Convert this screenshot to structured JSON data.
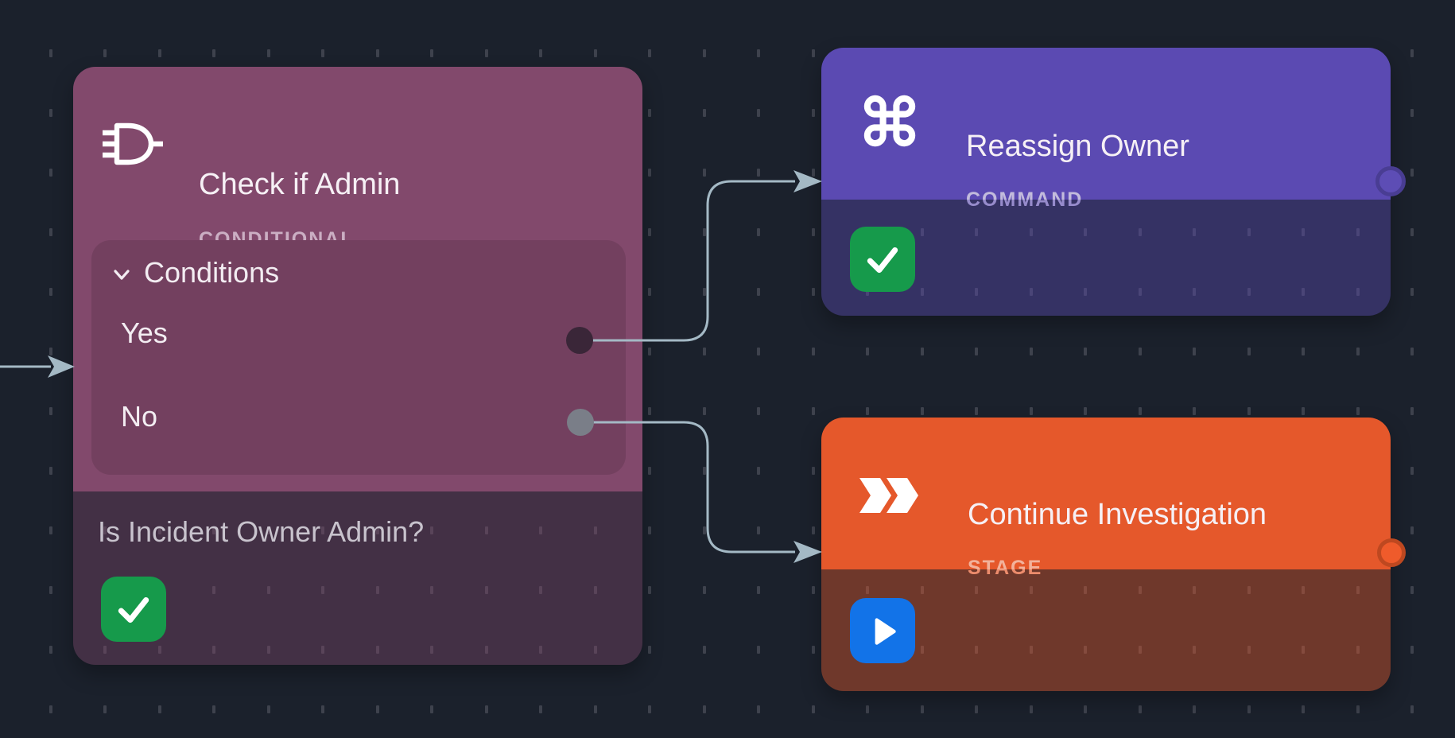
{
  "canvas": {
    "background_color": "#1B212C",
    "grid_dot_color": "#3E424D",
    "edge_color": "#A4B9C5"
  },
  "nodes": {
    "conditional": {
      "title": "Check if Admin",
      "type_label": "CONDITIONAL",
      "header_color": "#82496C",
      "icon": "logic-gate-icon",
      "conditions": {
        "label": "Conditions",
        "chevron_icon": "chevron-down-icon",
        "branches": [
          {
            "label": "Yes",
            "port_color": "#3A2638"
          },
          {
            "label": "No",
            "port_color": "#7A7E88"
          }
        ]
      },
      "description": "Is Incident Owner Admin?",
      "status_icon": "check-icon",
      "status_color": "#169A4B"
    },
    "command": {
      "title": "Reassign Owner",
      "type_label": "COMMAND",
      "header_color": "#5B4AB2",
      "icon": "command-icon",
      "status_icon": "check-icon",
      "status_color": "#169A4B",
      "output_port_color": "#5D4DB5"
    },
    "stage": {
      "title": "Continue Investigation",
      "type_label": "STAGE",
      "header_color": "#E5582B",
      "icon": "double-chevron-icon",
      "status_icon": "play-icon",
      "status_color": "#1273E8",
      "output_port_color": "#EF5B2B"
    }
  },
  "edges": [
    {
      "name": "incoming-edge"
    },
    {
      "name": "yes-edge"
    },
    {
      "name": "no-edge"
    }
  ]
}
